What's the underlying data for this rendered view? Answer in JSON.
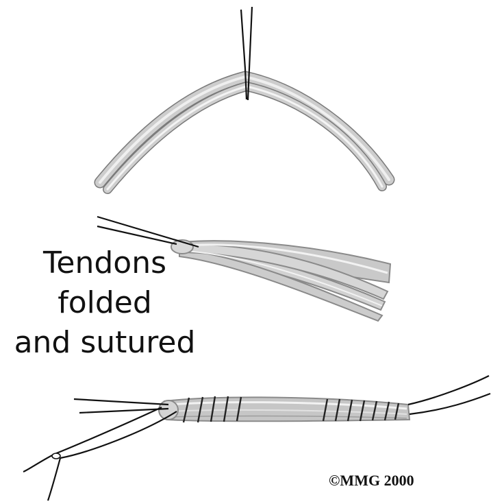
{
  "caption": {
    "line1": "Tendons",
    "line2": "folded",
    "line3": "and sutured"
  },
  "copyright": "©MMG 2000",
  "colors": {
    "tendon_fill": "#c8c8c8",
    "tendon_highlight": "#f4f4f4",
    "tendon_outline": "#8a8a8a",
    "suture": "#111111",
    "text": "#111111"
  }
}
